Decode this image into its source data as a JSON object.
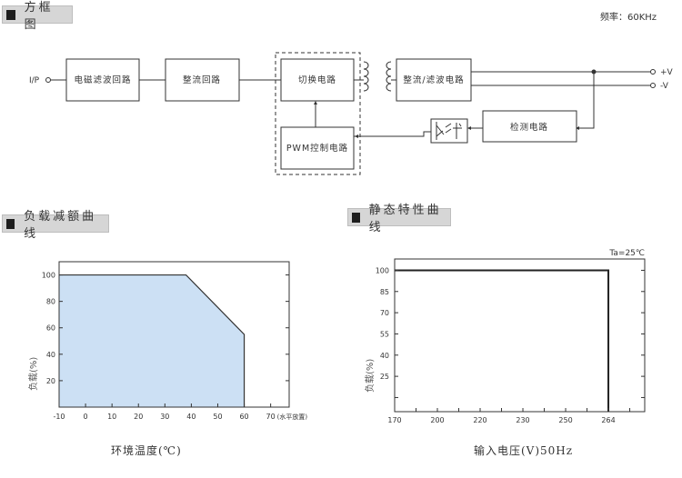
{
  "sections": {
    "block_diagram": "方框图",
    "derating_curve": "负载减额曲线",
    "static_curve": "静态特性曲线"
  },
  "frequency": "频率：60KHz",
  "diagram": {
    "input_label": "I/P",
    "blocks": {
      "emi_filter": "电磁滤波回路",
      "rectifier": "整流回路",
      "switching": "切换电路",
      "pwm": "PWM控制电路",
      "output_rect_filter": "整流/滤波电路",
      "detection": "检测电路"
    },
    "outputs": {
      "pos": "+V",
      "neg": "-V"
    },
    "optocoupler": "optocoupler-icon",
    "transformer": "transformer-icon"
  },
  "chart_data": [
    {
      "type": "area",
      "title": "负载减额曲线",
      "xlabel": "环境温度(℃)",
      "ylabel": "负载(%)",
      "x_tick_labels": [
        "-10",
        "0",
        "10",
        "20",
        "30",
        "40",
        "50",
        "60",
        "70"
      ],
      "x_tick_suffix": "(水平放置)",
      "y_tick_labels": [
        "20",
        "40",
        "60",
        "80",
        "100"
      ],
      "xlim": [
        -10,
        77
      ],
      "ylim": [
        0,
        110
      ],
      "points": [
        [
          -10,
          100
        ],
        [
          38,
          100
        ],
        [
          60,
          55
        ],
        [
          60,
          0
        ]
      ],
      "fill_color": "#cce0f4",
      "grid": false
    },
    {
      "type": "line",
      "title": "静态特性曲线",
      "annotation": "Ta=25℃",
      "xlabel": "输入电压(V)50Hz",
      "ylabel": "负载(%)",
      "x_ticks": [
        170,
        200,
        220,
        230,
        250,
        264
      ],
      "x_tick_labels": [
        "170",
        "200",
        "220",
        "230",
        "250",
        "264"
      ],
      "y_tick_labels": [
        "25",
        "40",
        "55",
        "70",
        "85",
        "100"
      ],
      "ylim": [
        0,
        108
      ],
      "points": [
        [
          170,
          100
        ],
        [
          264,
          100
        ],
        [
          264,
          0
        ]
      ],
      "grid": false
    }
  ]
}
